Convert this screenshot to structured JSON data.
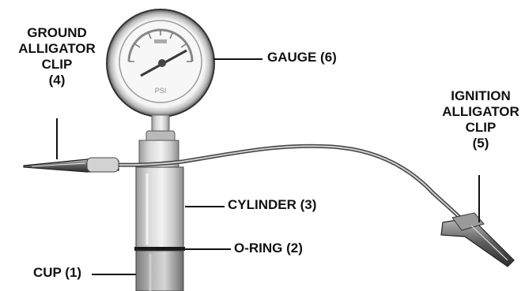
{
  "colors": {
    "background": "#ffffff",
    "label_text": "#111111",
    "leader_line": "#111111"
  },
  "labels": {
    "ground_clip": {
      "line1": "GROUND",
      "line2": "ALLIGATOR",
      "line3": "CLIP",
      "number": "(4)"
    },
    "gauge": "GAUGE (6)",
    "ignition_clip": {
      "line1": "IGNITION",
      "line2": "ALLIGATOR",
      "line3": "CLIP",
      "number": "(5)"
    },
    "cylinder": "CYLINDER (3)",
    "o_ring": "O-RING (2)",
    "cup": "CUP (1)"
  }
}
